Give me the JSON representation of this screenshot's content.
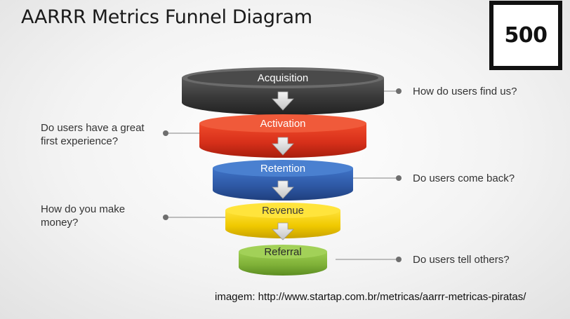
{
  "title": "AARRR Metrics Funnel Diagram",
  "logo": {
    "text": "500"
  },
  "stages": [
    {
      "label": "Acquisition",
      "color": "#3c3c3c",
      "question": "How do users find us?"
    },
    {
      "label": "Activation",
      "color": "#d93217",
      "question": "Do users have a great first experience?"
    },
    {
      "label": "Retention",
      "color": "#2f5aa5",
      "question": "Do users come back?"
    },
    {
      "label": "Revenue",
      "color": "#e5c100",
      "question": "How do you make money?"
    },
    {
      "label": "Referral",
      "color": "#7fb138",
      "question": "Do users tell others?"
    }
  ],
  "footer": "imagem: http://www.startap.com.br/metricas/aarrr-metricas-piratas/"
}
